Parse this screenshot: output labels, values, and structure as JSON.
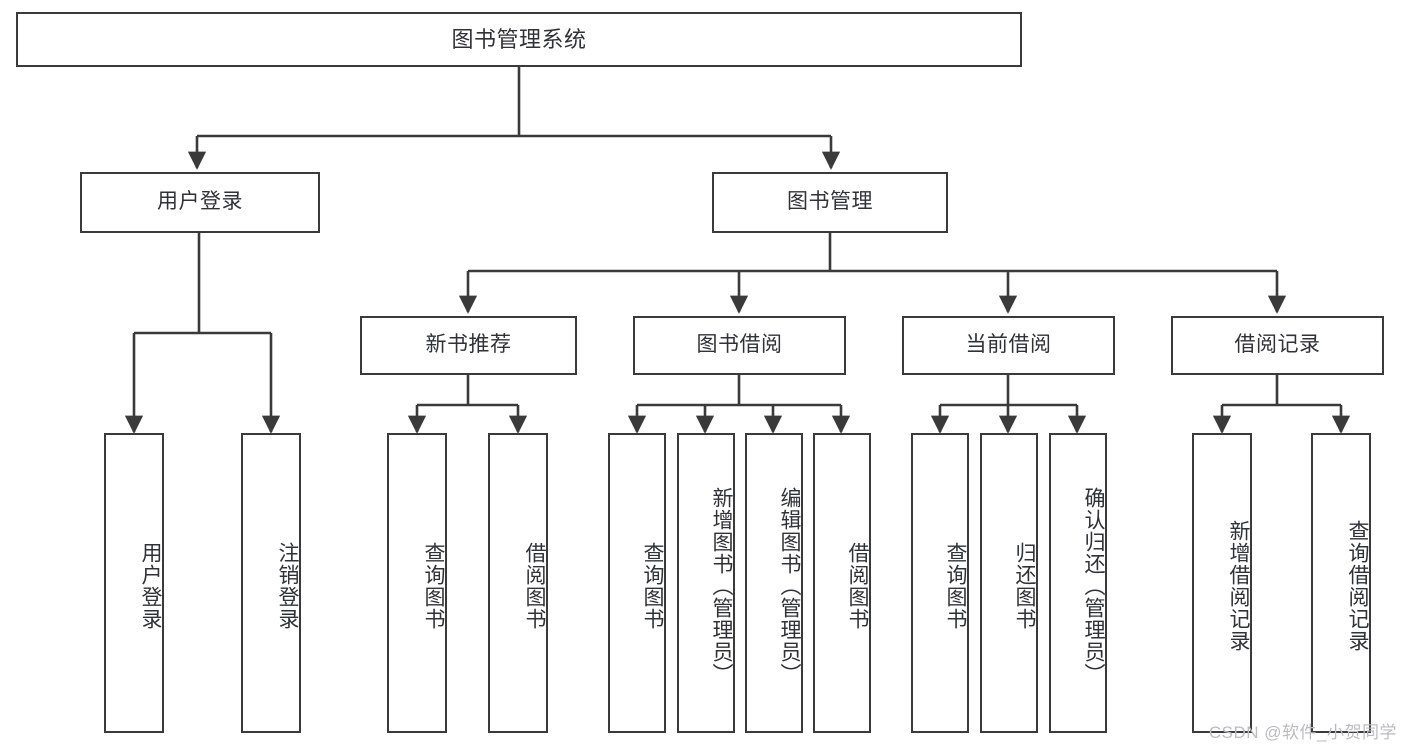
{
  "diagram": {
    "title": "图书管理系统",
    "type": "tree-hierarchy",
    "watermark": "CSDN @软件_小贺同学",
    "colors": {
      "stroke": "#3a3a3a",
      "text": "#2f3237",
      "background": "#ffffff",
      "watermark": "#b9bcc0"
    },
    "nodes": {
      "root": {
        "label": "图书管理系统"
      },
      "level1": [
        {
          "id": "user-login",
          "label": "用户登录"
        },
        {
          "id": "book-management",
          "label": "图书管理"
        }
      ],
      "level2": [
        {
          "id": "new-book-recommend",
          "label": "新书推荐"
        },
        {
          "id": "book-borrow",
          "label": "图书借阅"
        },
        {
          "id": "current-borrow",
          "label": "当前借阅"
        },
        {
          "id": "borrow-record",
          "label": "借阅记录"
        }
      ],
      "leaves": {
        "user-login": [
          {
            "id": "leaf-user-login",
            "label": "用户登录"
          },
          {
            "id": "leaf-logout",
            "label": "注销登录"
          }
        ],
        "new-book-recommend": [
          {
            "id": "leaf-query-book-1",
            "label": "查询图书"
          },
          {
            "id": "leaf-borrow-book-1",
            "label": "借阅图书"
          }
        ],
        "book-borrow": [
          {
            "id": "leaf-query-book-2",
            "label": "查询图书"
          },
          {
            "id": "leaf-add-book",
            "label": "新增图书（管理员）"
          },
          {
            "id": "leaf-edit-book",
            "label": "编辑图书（管理员）"
          },
          {
            "id": "leaf-borrow-book-2",
            "label": "借阅图书"
          }
        ],
        "current-borrow": [
          {
            "id": "leaf-query-book-3",
            "label": "查询图书"
          },
          {
            "id": "leaf-return-book",
            "label": "归还图书"
          },
          {
            "id": "leaf-confirm-return",
            "label": "确认归还（管理员）"
          }
        ],
        "borrow-record": [
          {
            "id": "leaf-add-record",
            "label": "新增借阅记录"
          },
          {
            "id": "leaf-query-record",
            "label": "查询借阅记录"
          }
        ]
      }
    }
  }
}
